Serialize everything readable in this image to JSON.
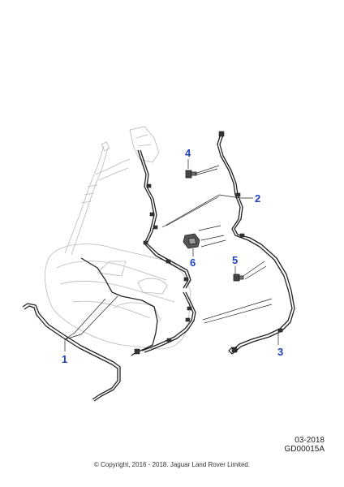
{
  "callouts": [
    {
      "id": "callout-1",
      "number": "1"
    },
    {
      "id": "callout-2",
      "number": "2"
    },
    {
      "id": "callout-3",
      "number": "3"
    },
    {
      "id": "callout-4",
      "number": "4"
    },
    {
      "id": "callout-5",
      "number": "5"
    },
    {
      "id": "callout-6",
      "number": "6"
    }
  ],
  "footer": {
    "date_code": "03-2018",
    "drawing_id": "GD00015A",
    "copyright": "© Copyright, 2016 - 2018. Jaguar Land Rover Limited."
  },
  "colors": {
    "line": "#222222",
    "ghost": "#b8b8b8",
    "callout": "#1f3fbf"
  }
}
